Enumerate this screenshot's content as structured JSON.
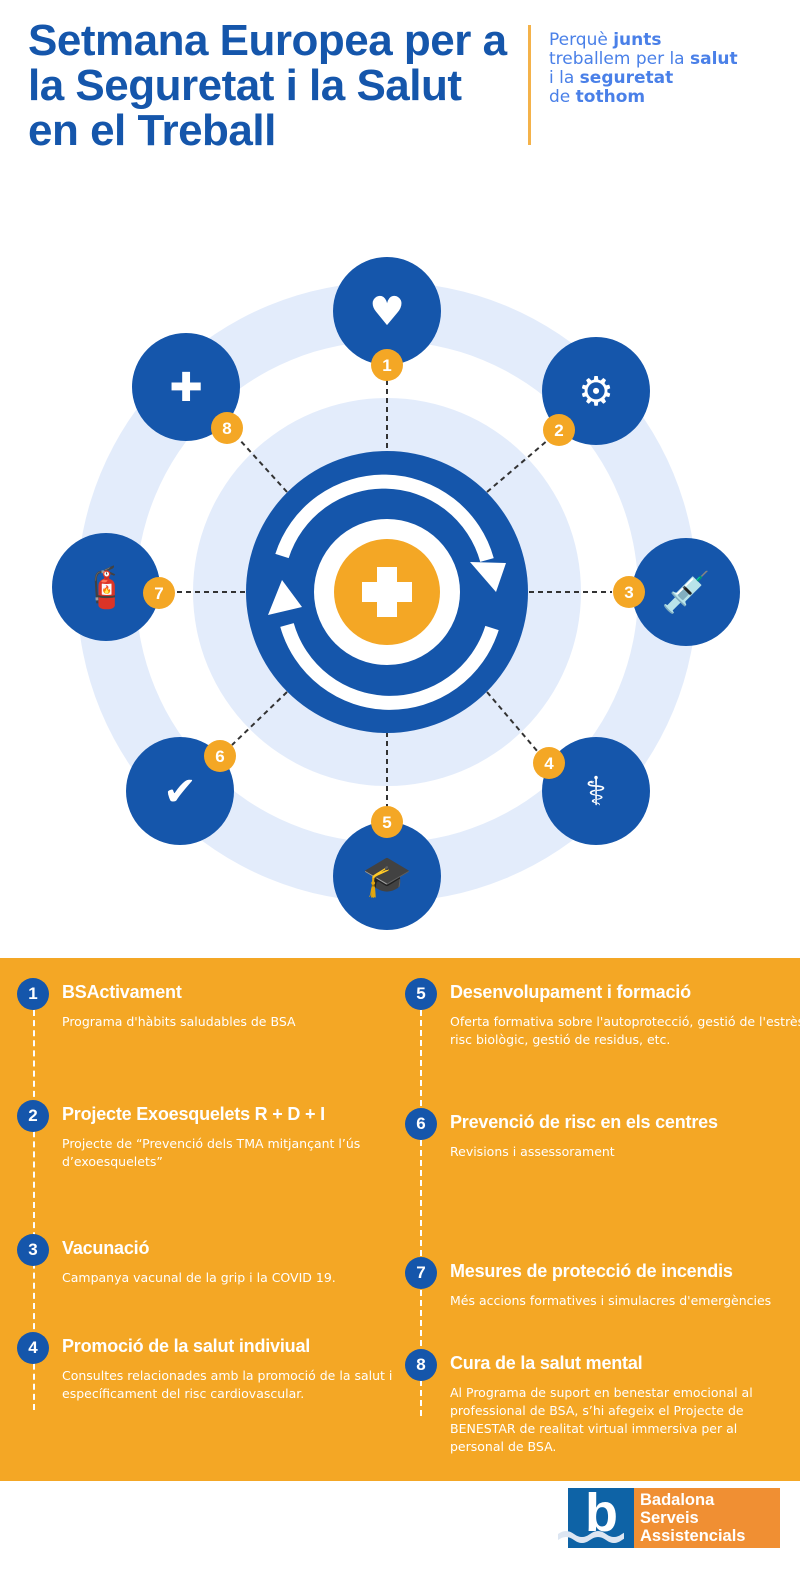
{
  "header": {
    "title_lines": [
      "Setmana Europea per a",
      "la Seguretat i la Salut",
      "en el Treball"
    ],
    "tagline": [
      {
        "text": "Perquè ",
        "bold": false
      },
      {
        "text": "junts",
        "bold": true
      },
      {
        "text": "treballem per la ",
        "bold": false
      },
      {
        "text": "salut",
        "bold": true
      },
      {
        "text": "i la ",
        "bold": false
      },
      {
        "text": "seguretat",
        "bold": true
      },
      {
        "text": "de ",
        "bold": false
      },
      {
        "text": "tothom",
        "bold": true
      }
    ]
  },
  "diagram": {
    "nodes": [
      {
        "number": "1",
        "icon": "heart-runner-icon"
      },
      {
        "number": "2",
        "icon": "exoskeleton-icon"
      },
      {
        "number": "3",
        "icon": "syringe-icon"
      },
      {
        "number": "4",
        "icon": "doctor-icon"
      },
      {
        "number": "5",
        "icon": "graduation-hand-icon"
      },
      {
        "number": "6",
        "icon": "shield-check-icon"
      },
      {
        "number": "7",
        "icon": "fire-extinguisher-icon"
      },
      {
        "number": "8",
        "icon": "brain-hand-icon"
      }
    ],
    "center_icon": "medical-cross-icon"
  },
  "items": [
    {
      "number": "1",
      "title": "BSActivament",
      "desc": "Programa d'hàbits saludables de BSA"
    },
    {
      "number": "2",
      "title": "Projecte Exoesquelets R + D + I",
      "desc": "Projecte de “Prevenció dels TMA mitjançant l’ús d’exoesquelets”"
    },
    {
      "number": "3",
      "title": "Vacunació",
      "desc": "Campanya vacunal de la grip i la COVID 19."
    },
    {
      "number": "4",
      "title": "Promoció de la salut indiviual",
      "desc": "Consultes relacionades amb la promoció de la salut i específicament del risc cardiovascular."
    },
    {
      "number": "5",
      "title": "Desenvolupament i formació",
      "desc": "Oferta formativa sobre l'autoprotecció, gestió de l'estrès, risc biològic, gestió de residus, etc."
    },
    {
      "number": "6",
      "title": "Prevenció de risc en els centres",
      "desc": "Revisions i assessorament"
    },
    {
      "number": "7",
      "title": "Mesures de protecció de incendis",
      "desc": "Més accions formatives i simulacres d'emergències"
    },
    {
      "number": "8",
      "title": "Cura de la salut mental",
      "desc": "Al Programa de suport en benestar emocional al professional de BSA, s’hi afegeix el Projecte de BENESTAR de realitat virtual immersiva per al personal de BSA."
    }
  ],
  "logo": {
    "letter": "b",
    "lines": [
      "Badalona",
      "Serveis",
      "Assistencials"
    ]
  },
  "colors": {
    "blue": "#1556ab",
    "orange": "#f4a725",
    "light": "#e3ecfb",
    "tagline": "#4a80e8"
  }
}
